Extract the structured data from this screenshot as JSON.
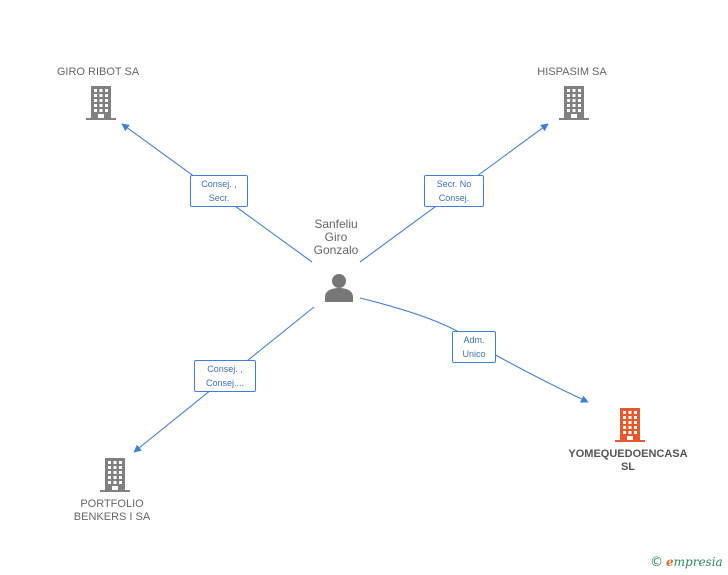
{
  "colors": {
    "edge": "#3f7fd6",
    "building_gray": "#808080",
    "building_main": "#e8582a",
    "person": "#777777"
  },
  "center": {
    "name_lines": [
      "Sanfeliu",
      "Giro",
      "Gonzalo"
    ],
    "icon": "person-icon"
  },
  "companies": [
    {
      "id": "giro-ribot",
      "lines": [
        "GIRO RIBOT SA"
      ],
      "icon": "building-icon",
      "main": false
    },
    {
      "id": "hispasim",
      "lines": [
        "HISPASIM SA"
      ],
      "icon": "building-icon",
      "main": false
    },
    {
      "id": "portfolio",
      "lines": [
        "PORTFOLIO",
        "BENKERS I SA"
      ],
      "icon": "building-icon",
      "main": false
    },
    {
      "id": "yomequedo",
      "lines": [
        "YOMEQUEDOENCASA",
        "SL"
      ],
      "icon": "building-icon",
      "main": true
    }
  ],
  "edges": [
    {
      "to": "giro-ribot",
      "label_lines": [
        "Consej. ,",
        "Secr."
      ]
    },
    {
      "to": "hispasim",
      "label_lines": [
        "Secr.  No",
        "Consej."
      ]
    },
    {
      "to": "portfolio",
      "label_lines": [
        "Consej. ,",
        "Consej...."
      ]
    },
    {
      "to": "yomequedo",
      "label_lines": [
        "Adm.",
        "Unico"
      ]
    }
  ],
  "brand": {
    "copyright": "©",
    "initial": "e",
    "rest": "mpresia"
  }
}
